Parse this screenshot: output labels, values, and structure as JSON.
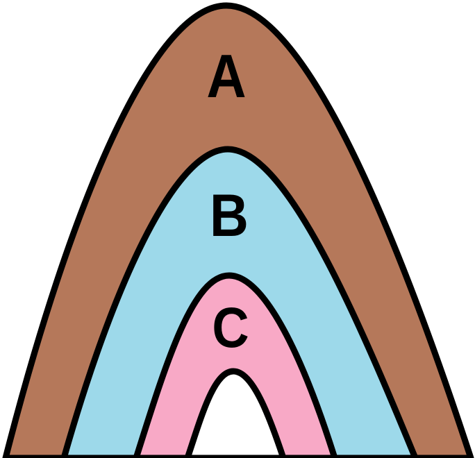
{
  "diagram": {
    "layers": [
      {
        "label": "A",
        "color": "#B5785A"
      },
      {
        "label": "B",
        "color": "#9DD9EA"
      },
      {
        "label": "C",
        "color": "#F8A9C6"
      }
    ],
    "core_color": "#FFFFFF",
    "outline_color": "#000000"
  }
}
